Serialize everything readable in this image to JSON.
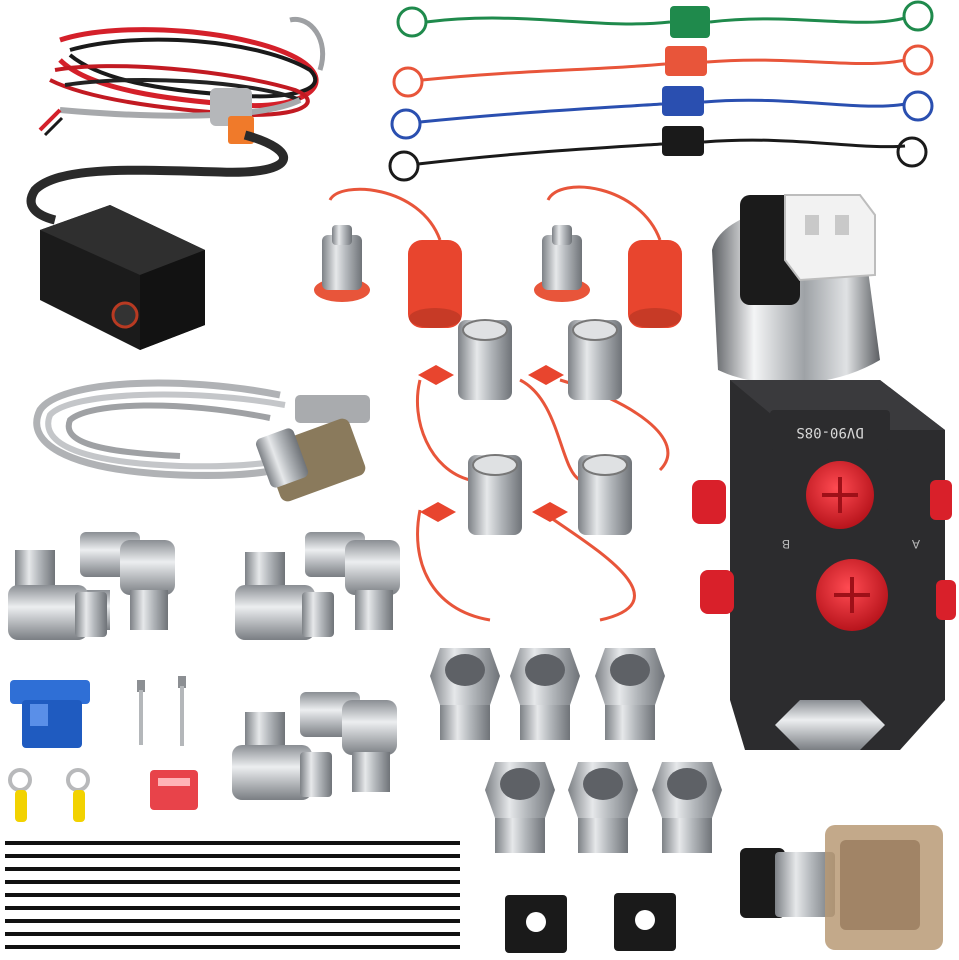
{
  "product": {
    "valve_model_label": "DV90-08S",
    "port_labels": [
      "A",
      "B"
    ],
    "colors": {
      "background": "#ffffff",
      "valve_body": "#2c2c2e",
      "red_plug": "#d9202a",
      "hose_green": "#1f8a4c",
      "hose_orange": "#e8553a",
      "hose_blue": "#2a4fb0",
      "hose_black": "#1a1a1a",
      "steel": "#b9bcc0",
      "wire_red": "#d4202a"
    },
    "components": [
      "wiring-harness-with-switch",
      "dust-cap-tethers",
      "quick-coupler-male-plugs",
      "quick-coupler-female-sockets",
      "electric-solenoid-valve",
      "extension-cable-with-connector",
      "elbow-fittings",
      "hex-adapters",
      "wire-connector",
      "screws",
      "ring-terminals",
      "blade-fuse",
      "cable-ties",
      "gaskets",
      "solenoid-plug-connector"
    ]
  }
}
